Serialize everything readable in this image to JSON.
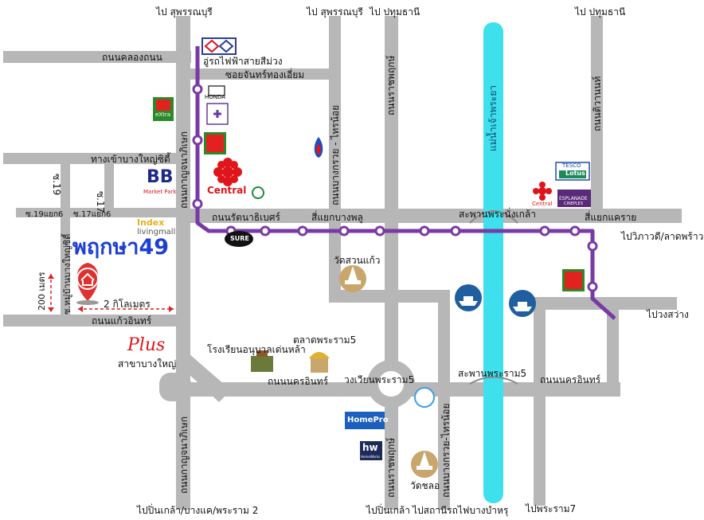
{
  "labels": {
    "to_suphan_1": "ไป สุพรรณบุรี",
    "to_suphan_2": "ไป สุพรรณบุรี",
    "to_pathum_1": "ไป ปทุมธานี",
    "to_pathum_2": "ไป ปทุมธานี",
    "khlong_thanon_road": "ถนนคลองถนน",
    "purple_line": "อู่รถไฟฟ้าสายสีม่วง",
    "soi_chan_thong_iam": "ซอยจันทร์ทองเอี่ยม",
    "bang_yai_city_entrance": "ทางเข้าบางใหญ่ซิตี้",
    "soi_19": "ซ.19",
    "soi_17": "ซ.17",
    "soi_19_yaek_6": "ซ.19แยก6",
    "soi_17_yaek_6": "ซ.17แยก6",
    "kanchanaphisek_road": "ถนนกาญจนาภิเษก",
    "kanchanaphisek_road_2": "ถนนกาญจนาภิเษก",
    "ratanathibet_road": "ถนนรัตนาธิเบศร์",
    "bang_phlu_junction": "สี่แยกบางพลู",
    "phra_nang_klao_bridge": "สะพานพระนั่งเกล้า",
    "khae_rai_junction": "สี่แยกแคราย",
    "to_vibhavadi": "ไปวิภาวดี/ลาดพร้าว",
    "bang_kruai_sai_noi_road": "ถนนบางกรวย - ไทรน้อย",
    "ratchaphruek_road_top": "ถนนราชพฤกษ์",
    "chao_phraya_river": "แม่น้ำเจ้าพระยา",
    "tiwanon_road": "ถนนติวานนท์",
    "wat_suan_kaeo": "วัดสวนแก้ว",
    "pruksa_49": "พฤกษา49",
    "soi_mu_ban_bang_yai_city": "ซ.หมู่บ้านบางใหญ่ซิตี้",
    "distance_200m": "200 เมตร",
    "distance_2km": "2 กิโลเมตร",
    "kaeo_in_road": "ถนนแก้วอินทร์",
    "plus_bang_yai": "สาขาบางใหญ่",
    "school": "โรงเรียนอนุบาลเด่นหล้า",
    "rama5_market": "ตลาดพระราม5",
    "nakhon_in_road_left": "ถนนนครอินทร์",
    "rama5_circle": "วงเวียนพระราม5",
    "rama5_bridge": "สะพานพระราม5",
    "nakhon_in_road_right": "ถนนนครอินทร์",
    "to_bang_sue": "ไปวงสว่าง",
    "bang_kruai_sai_noi_road_2": "ถนนบางกรวย-ไทรน้อย",
    "ratchaphruek_road_bottom": "ถนนราชพฤกษ์",
    "wat_chalo": "วัดชลอ",
    "to_pin_klao_bottom_left": "ไปปิ่นเกล้า/บางแค/พระราม 2",
    "to_pin_klao_bottom_mid": "ไปปิ่นเกล้า",
    "to_bang_bamru": "ไปสถานีรถไฟบางบำหรุ",
    "to_rama7": "ไปพระราม7"
  },
  "brands": {
    "honda": "HONDA",
    "bigc": "big C",
    "bigc_extra": "eXtra",
    "central": "Central",
    "central_small": "Central",
    "bb": "BB",
    "bb_sub": "Market Park",
    "index": "Index",
    "index_sub": "livingmall",
    "sure": "SURE",
    "tesco": "TESCO",
    "lotus": "Lotus",
    "esplanade": "ESPLANADE",
    "esplanade_sub": "CINEPLEX",
    "homepro": "HomePro",
    "hw": "hw",
    "hw_sub": "HomeWorks",
    "plus": "Plus"
  },
  "colors": {
    "road": "#b7b7b7",
    "purple_line": "#7a3aa6",
    "river": "#3fe0ee",
    "brand_blue": "#1d3fd6",
    "pin_red": "#e03030",
    "arrow_red": "#e02020"
  },
  "icons": {
    "home_pin": "home-pin-icon",
    "ferry": "ferry-icon",
    "temple": "temple-icon",
    "ptt": "ptt-flame-icon",
    "mrt": "mrt-logo-icon"
  }
}
